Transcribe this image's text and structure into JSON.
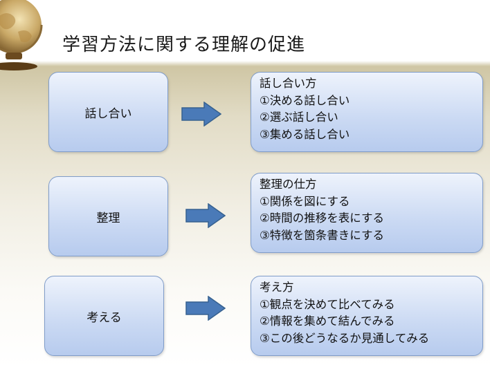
{
  "slide": {
    "title": "学習方法に関する理解の促進",
    "rows": [
      {
        "label": "話し合い",
        "heading": "話し合い方",
        "items": [
          "①決める話し合い",
          "②選ぶ話し合い",
          "③集める話し合い"
        ]
      },
      {
        "label": "整理",
        "heading": "整理の仕方",
        "items": [
          "①関係を図にする",
          "②時間の推移を表にする",
          "③特徴を箇条書きにする"
        ]
      },
      {
        "label": "考える",
        "heading": "考え方",
        "items": [
          "①観点を決めて比べてみる",
          "②情報を集めて結んでみる",
          "③この後どうなるか見通してみる"
        ]
      }
    ]
  },
  "icons": {
    "decoration": "globe-icon",
    "connector": "right-arrow-icon"
  },
  "colors": {
    "box_border": "#7f9cc9",
    "box_fill": "#cad9f3",
    "arrow": "#4a7ab8"
  }
}
